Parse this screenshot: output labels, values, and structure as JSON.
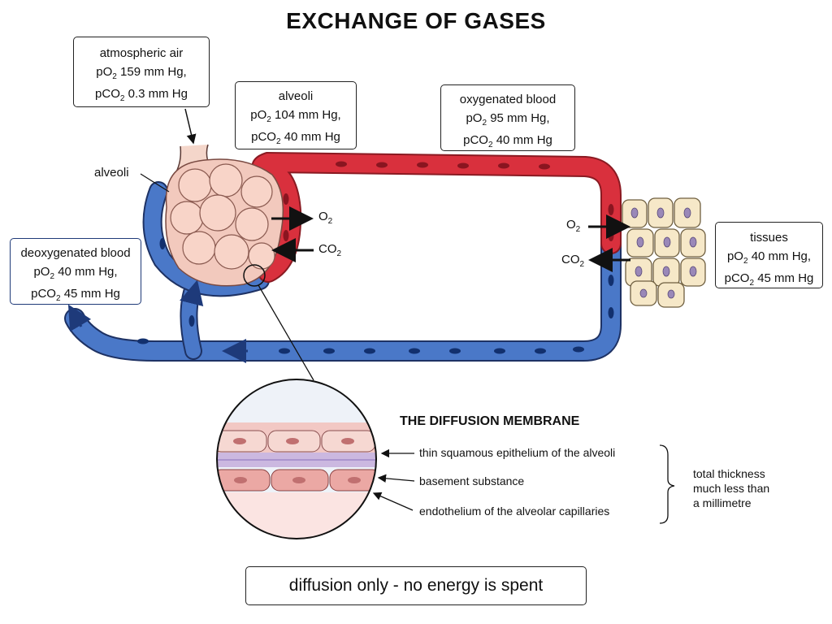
{
  "title": "EXCHANGE OF GASES",
  "boxes": {
    "atmospheric": {
      "head": "atmospheric air",
      "po2": "159 mm Hg,",
      "pco2": "0.3 mm Hg"
    },
    "alveoli": {
      "head": "alveoli",
      "po2": "104 mm Hg,",
      "pco2": "40 mm Hg"
    },
    "oxygenated": {
      "head": "oxygenated blood",
      "po2": "95 mm Hg,",
      "pco2": "40 mm Hg"
    },
    "deoxygenated": {
      "head": "deoxygenated blood",
      "po2": "40 mm Hg,",
      "pco2": "45 mm Hg"
    },
    "tissues": {
      "head": "tissues",
      "po2": "40 mm Hg,",
      "pco2": "45 mm Hg"
    }
  },
  "alveoli_label": "alveoli",
  "gases": {
    "lung_o2": "O",
    "lung_co2": "CO",
    "tissue_o2": "O",
    "tissue_co2": "CO",
    "sub": "2",
    "p_prefix": "p"
  },
  "membrane": {
    "title": "THE DIFFUSION MEMBRANE",
    "layers": [
      "thin squamous epithelium of the alveoli",
      "basement substance",
      "endothelium of the alveolar capillaries"
    ],
    "note": [
      "total thickness",
      "much less than",
      "a millimetre"
    ]
  },
  "footer": "diffusion only - no energy is spent",
  "colors": {
    "oxygenated": "#d9303d",
    "deoxygenated": "#3f6fc4",
    "vessel_outline": "#1e3264",
    "alveoli_fill": "#f7cfc3"
  }
}
